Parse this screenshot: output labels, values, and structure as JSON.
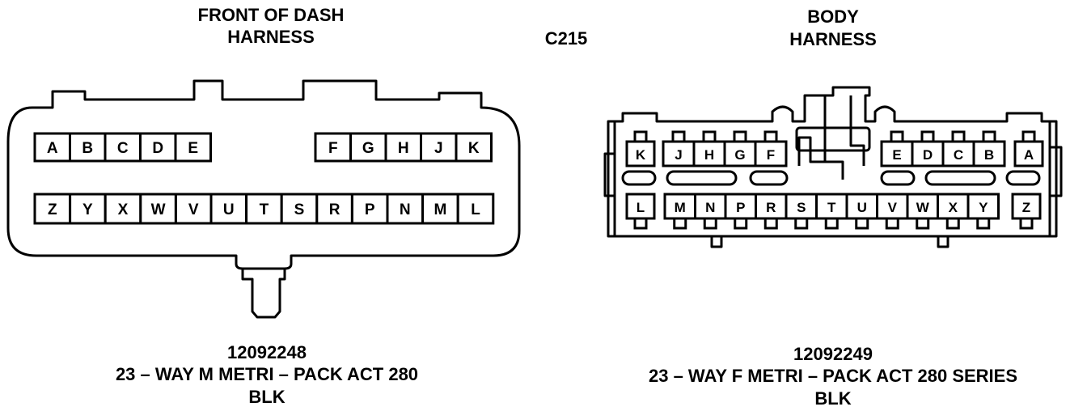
{
  "connector_id": "C215",
  "left": {
    "title_line1": "FRONT OF DASH",
    "title_line2": "HARNESS",
    "part_number": "12092248",
    "description": "23 – WAY M METRI – PACK ACT 280",
    "color": "BLK",
    "top_row_left": [
      "A",
      "B",
      "C",
      "D",
      "E"
    ],
    "top_row_right": [
      "F",
      "G",
      "H",
      "J",
      "K"
    ],
    "bottom_row": [
      "Z",
      "Y",
      "X",
      "W",
      "V",
      "U",
      "T",
      "S",
      "R",
      "P",
      "N",
      "M",
      "L"
    ]
  },
  "right": {
    "title_line1": "BODY",
    "title_line2": "HARNESS",
    "part_number": "12092249",
    "description": "23 – WAY F METRI – PACK ACT 280 SERIES",
    "color": "BLK",
    "top_row_left": [
      "K",
      "J",
      "H",
      "G",
      "F"
    ],
    "top_row_right": [
      "E",
      "D",
      "C",
      "B",
      "A"
    ],
    "bottom_row": [
      "L",
      "M",
      "N",
      "P",
      "R",
      "S",
      "T",
      "U",
      "V",
      "W",
      "X",
      "Y",
      "Z"
    ]
  }
}
